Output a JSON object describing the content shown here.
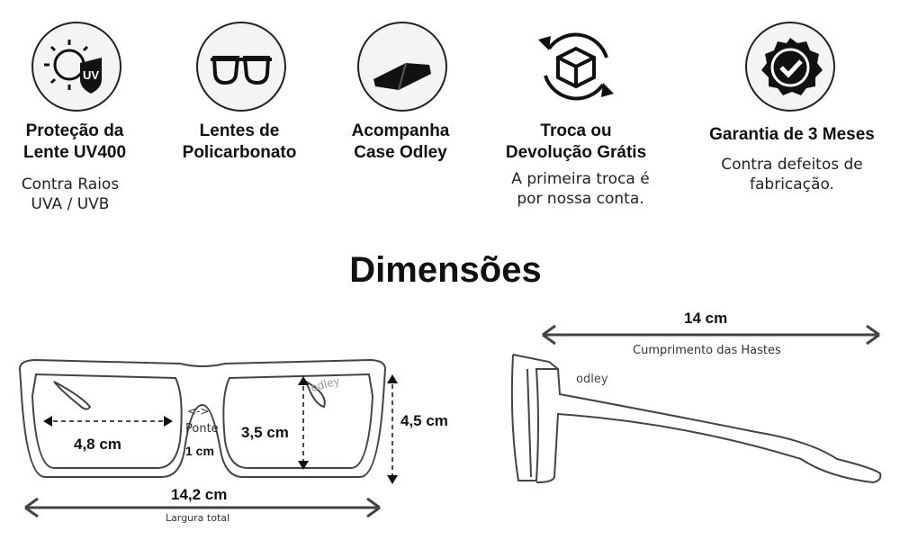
{
  "features": [
    {
      "icon": "uv-protection-icon",
      "title": "Proteção da\nLente UV400",
      "subtitle": "Contra Raios\nUVA / UVB",
      "badge": "UV"
    },
    {
      "icon": "glasses-icon",
      "title": "Lentes de\nPolicarbonato",
      "subtitle": ""
    },
    {
      "icon": "case-icon",
      "title": "Acompanha\nCase Odley",
      "subtitle": ""
    },
    {
      "icon": "exchange-icon",
      "title": "Troca ou\nDevolução Grátis",
      "subtitle": "A primeira troca é\npor nossa conta."
    },
    {
      "icon": "warranty-badge-icon",
      "title": "Garantia de 3 Meses",
      "subtitle": "Contra defeitos de\nfabricação."
    }
  ],
  "section_title": "Dimensões",
  "front": {
    "lens_width": "4,8 cm",
    "bridge_arrow": "<->",
    "bridge_label": "Ponte",
    "bridge_value": "1 cm",
    "lens_height": "3,5 cm",
    "frame_height": "4,5 cm",
    "total_width": "14,2 cm",
    "total_width_caption": "Largura total",
    "brand": "odley"
  },
  "side": {
    "temple_length": "14 cm",
    "temple_caption": "Cumprimento das Hastes",
    "brand": "odley"
  }
}
